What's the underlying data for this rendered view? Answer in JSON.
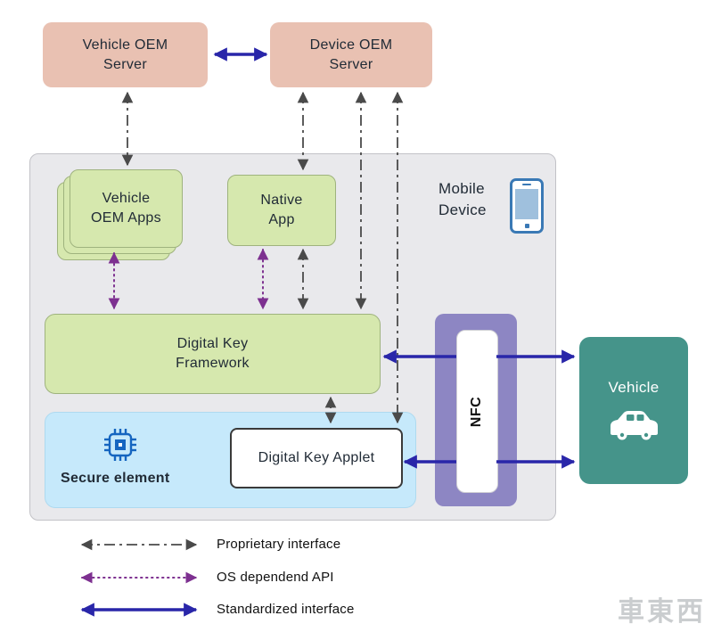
{
  "diagram": {
    "servers": {
      "vehicle_oem": "Vehicle OEM Server",
      "device_oem": "Device OEM Server"
    },
    "mobile": {
      "label": "Mobile Device",
      "vehicle_oem_apps": "Vehicle OEM Apps",
      "native_app": "Native App",
      "framework": "Digital Key Framework",
      "secure_element": "Secure element",
      "applet": "Digital Key Applet",
      "nfc": "NFC"
    },
    "vehicle": "Vehicle"
  },
  "connections": [
    {
      "from": "Vehicle OEM Server",
      "to": "Device OEM Server",
      "type": "standardized"
    },
    {
      "from": "Vehicle OEM Server",
      "to": "Vehicle OEM Apps",
      "type": "proprietary"
    },
    {
      "from": "Device OEM Server",
      "to": "Native App",
      "type": "proprietary"
    },
    {
      "from": "Device OEM Server",
      "to": "Digital Key Framework",
      "type": "proprietary"
    },
    {
      "from": "Device OEM Server",
      "to": "Digital Key Applet",
      "type": "proprietary"
    },
    {
      "from": "Native App",
      "to": "Digital Key Framework",
      "type": "proprietary"
    },
    {
      "from": "Native App",
      "to": "Digital Key Framework",
      "type": "os-api"
    },
    {
      "from": "Vehicle OEM Apps",
      "to": "Digital Key Framework",
      "type": "os-api"
    },
    {
      "from": "Digital Key Framework",
      "to": "Digital Key Applet",
      "type": "proprietary"
    },
    {
      "from": "Digital Key Framework",
      "to": "Vehicle",
      "type": "standardized"
    },
    {
      "from": "Digital Key Applet",
      "to": "Vehicle",
      "type": "standardized"
    }
  ],
  "legend": [
    {
      "label": "Proprietary interface",
      "style": "dash-dot-double-arrow"
    },
    {
      "label": "OS dependend API",
      "style": "dotted-double-arrow"
    },
    {
      "label": "Standardized interface",
      "style": "solid-double-arrow"
    }
  ],
  "colors": {
    "server_fill": "#e9c1b2",
    "app_fill": "#d6e8ae",
    "container_fill": "#e9e9ec",
    "secure_fill": "#c6e9fb",
    "applet_fill": "#ffffff",
    "nfc_fill": "#8d86c3",
    "vehicle_fill": "#45948a",
    "arrow_proprietary": "#4a4a4a",
    "arrow_os_api": "#7d3090",
    "arrow_standardized": "#2926a9"
  },
  "icons": {
    "phone": "smartphone-icon",
    "chip": "secure-element-chip-icon",
    "car": "car-icon"
  },
  "watermark": {
    "text": "車東西"
  }
}
